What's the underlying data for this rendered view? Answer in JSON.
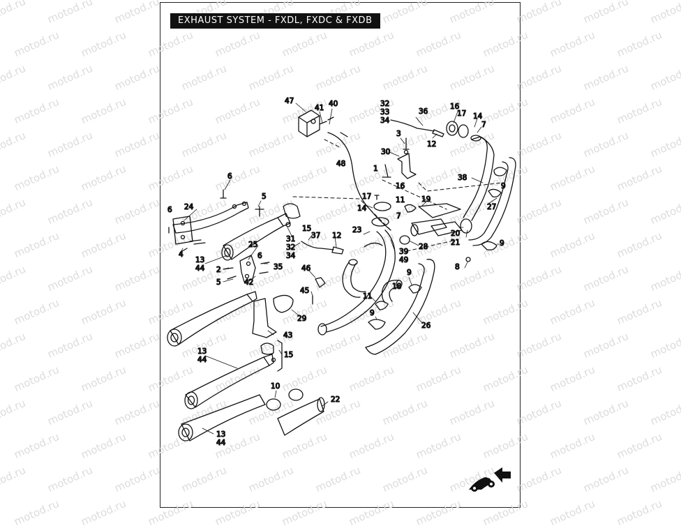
{
  "title": "EXHAUST SYSTEM - FXDL, FXDC & FXDB",
  "watermark": "motod.ru",
  "callouts": [
    {
      "id": "c47",
      "text": "47"
    },
    {
      "id": "c41",
      "text": "41"
    },
    {
      "id": "c40",
      "text": "40"
    },
    {
      "id": "c48",
      "text": "48"
    },
    {
      "id": "c32a",
      "text": "32"
    },
    {
      "id": "c33a",
      "text": "33"
    },
    {
      "id": "c34a",
      "text": "34"
    },
    {
      "id": "c36",
      "text": "36"
    },
    {
      "id": "c16a",
      "text": "16"
    },
    {
      "id": "c17a",
      "text": "17"
    },
    {
      "id": "c14a",
      "text": "14"
    },
    {
      "id": "c7a",
      "text": "7"
    },
    {
      "id": "c3",
      "text": "3"
    },
    {
      "id": "c12a",
      "text": "12"
    },
    {
      "id": "c30",
      "text": "30"
    },
    {
      "id": "c1",
      "text": "1"
    },
    {
      "id": "c16b",
      "text": "16"
    },
    {
      "id": "c38",
      "text": "38"
    },
    {
      "id": "c9a",
      "text": "9"
    },
    {
      "id": "c17b",
      "text": "17"
    },
    {
      "id": "c11a",
      "text": "11"
    },
    {
      "id": "c19",
      "text": "19"
    },
    {
      "id": "c27",
      "text": "27"
    },
    {
      "id": "c14b",
      "text": "14"
    },
    {
      "id": "c7b",
      "text": "7"
    },
    {
      "id": "c20",
      "text": "20"
    },
    {
      "id": "c21",
      "text": "21"
    },
    {
      "id": "c9b",
      "text": "9"
    },
    {
      "id": "c8",
      "text": "8"
    },
    {
      "id": "c6a",
      "text": "6"
    },
    {
      "id": "c5a",
      "text": "5"
    },
    {
      "id": "c24",
      "text": "24"
    },
    {
      "id": "c6b",
      "text": "6"
    },
    {
      "id": "c15a",
      "text": "15"
    },
    {
      "id": "c37",
      "text": "37"
    },
    {
      "id": "c12b",
      "text": "12"
    },
    {
      "id": "c23",
      "text": "23"
    },
    {
      "id": "c31",
      "text": "31"
    },
    {
      "id": "c32b",
      "text": "32"
    },
    {
      "id": "c34b",
      "text": "34"
    },
    {
      "id": "c39",
      "text": "39"
    },
    {
      "id": "c49",
      "text": "49"
    },
    {
      "id": "c28",
      "text": "28"
    },
    {
      "id": "c4",
      "text": "4"
    },
    {
      "id": "c13a",
      "text": "13"
    },
    {
      "id": "c44a",
      "text": "44"
    },
    {
      "id": "c25",
      "text": "25"
    },
    {
      "id": "c6c",
      "text": "6"
    },
    {
      "id": "c2",
      "text": "2"
    },
    {
      "id": "c35",
      "text": "35"
    },
    {
      "id": "c5b",
      "text": "5"
    },
    {
      "id": "c42",
      "text": "42"
    },
    {
      "id": "c46",
      "text": "46"
    },
    {
      "id": "c9c",
      "text": "9"
    },
    {
      "id": "c18",
      "text": "18"
    },
    {
      "id": "c45",
      "text": "45"
    },
    {
      "id": "c11b",
      "text": "11"
    },
    {
      "id": "c9d",
      "text": "9"
    },
    {
      "id": "c29",
      "text": "29"
    },
    {
      "id": "c26",
      "text": "26"
    },
    {
      "id": "c43",
      "text": "43"
    },
    {
      "id": "c13b",
      "text": "13"
    },
    {
      "id": "c44b",
      "text": "44"
    },
    {
      "id": "c15b",
      "text": "15"
    },
    {
      "id": "c10",
      "text": "10"
    },
    {
      "id": "c22",
      "text": "22"
    },
    {
      "id": "c13c",
      "text": "13"
    },
    {
      "id": "c44c",
      "text": "44"
    }
  ],
  "navigation": {
    "icon": "next-page-arrow-icon"
  }
}
